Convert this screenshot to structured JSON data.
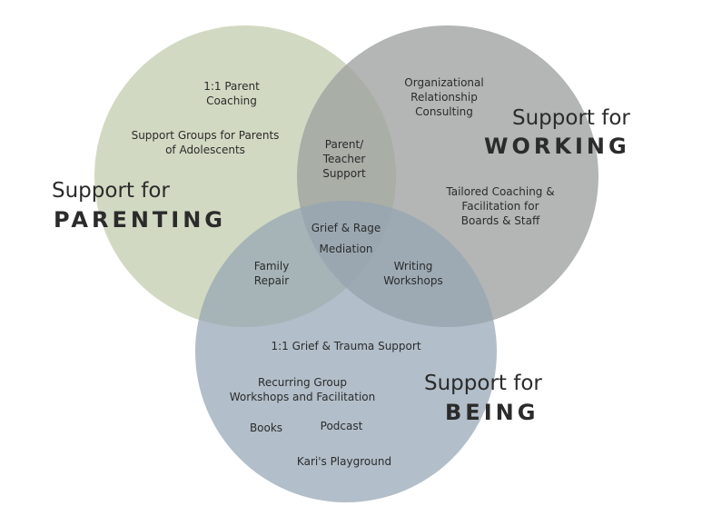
{
  "colors": {
    "parenting": "#c7cfb3",
    "working": "#a6a9a7",
    "being": "#a6b3bf",
    "text": "#2b2b2b"
  },
  "parenting": {
    "support_for": "Support for",
    "title": "PARENTING",
    "items": [
      "1:1 Parent Coaching",
      "Support Groups for Parents of Adolescents"
    ]
  },
  "working": {
    "support_for": "Support for",
    "title": "WORKING",
    "items": [
      "Organizational Relationship Consulting",
      "Tailored Coaching & Facilitation for Boards & Staff"
    ]
  },
  "being": {
    "support_for": "Support for",
    "title": "BEING",
    "items": [
      "1:1 Grief & Trauma Support",
      "Recurring Group Workshops and Facilitation",
      "Books",
      "Podcast",
      "Kari's Playground"
    ]
  },
  "overlaps": {
    "parenting_working": "Parent/ Teacher Support",
    "parenting_being": "Family Repair",
    "working_being": "Writing Workshops",
    "all": "Grief & Rage Mediation"
  }
}
